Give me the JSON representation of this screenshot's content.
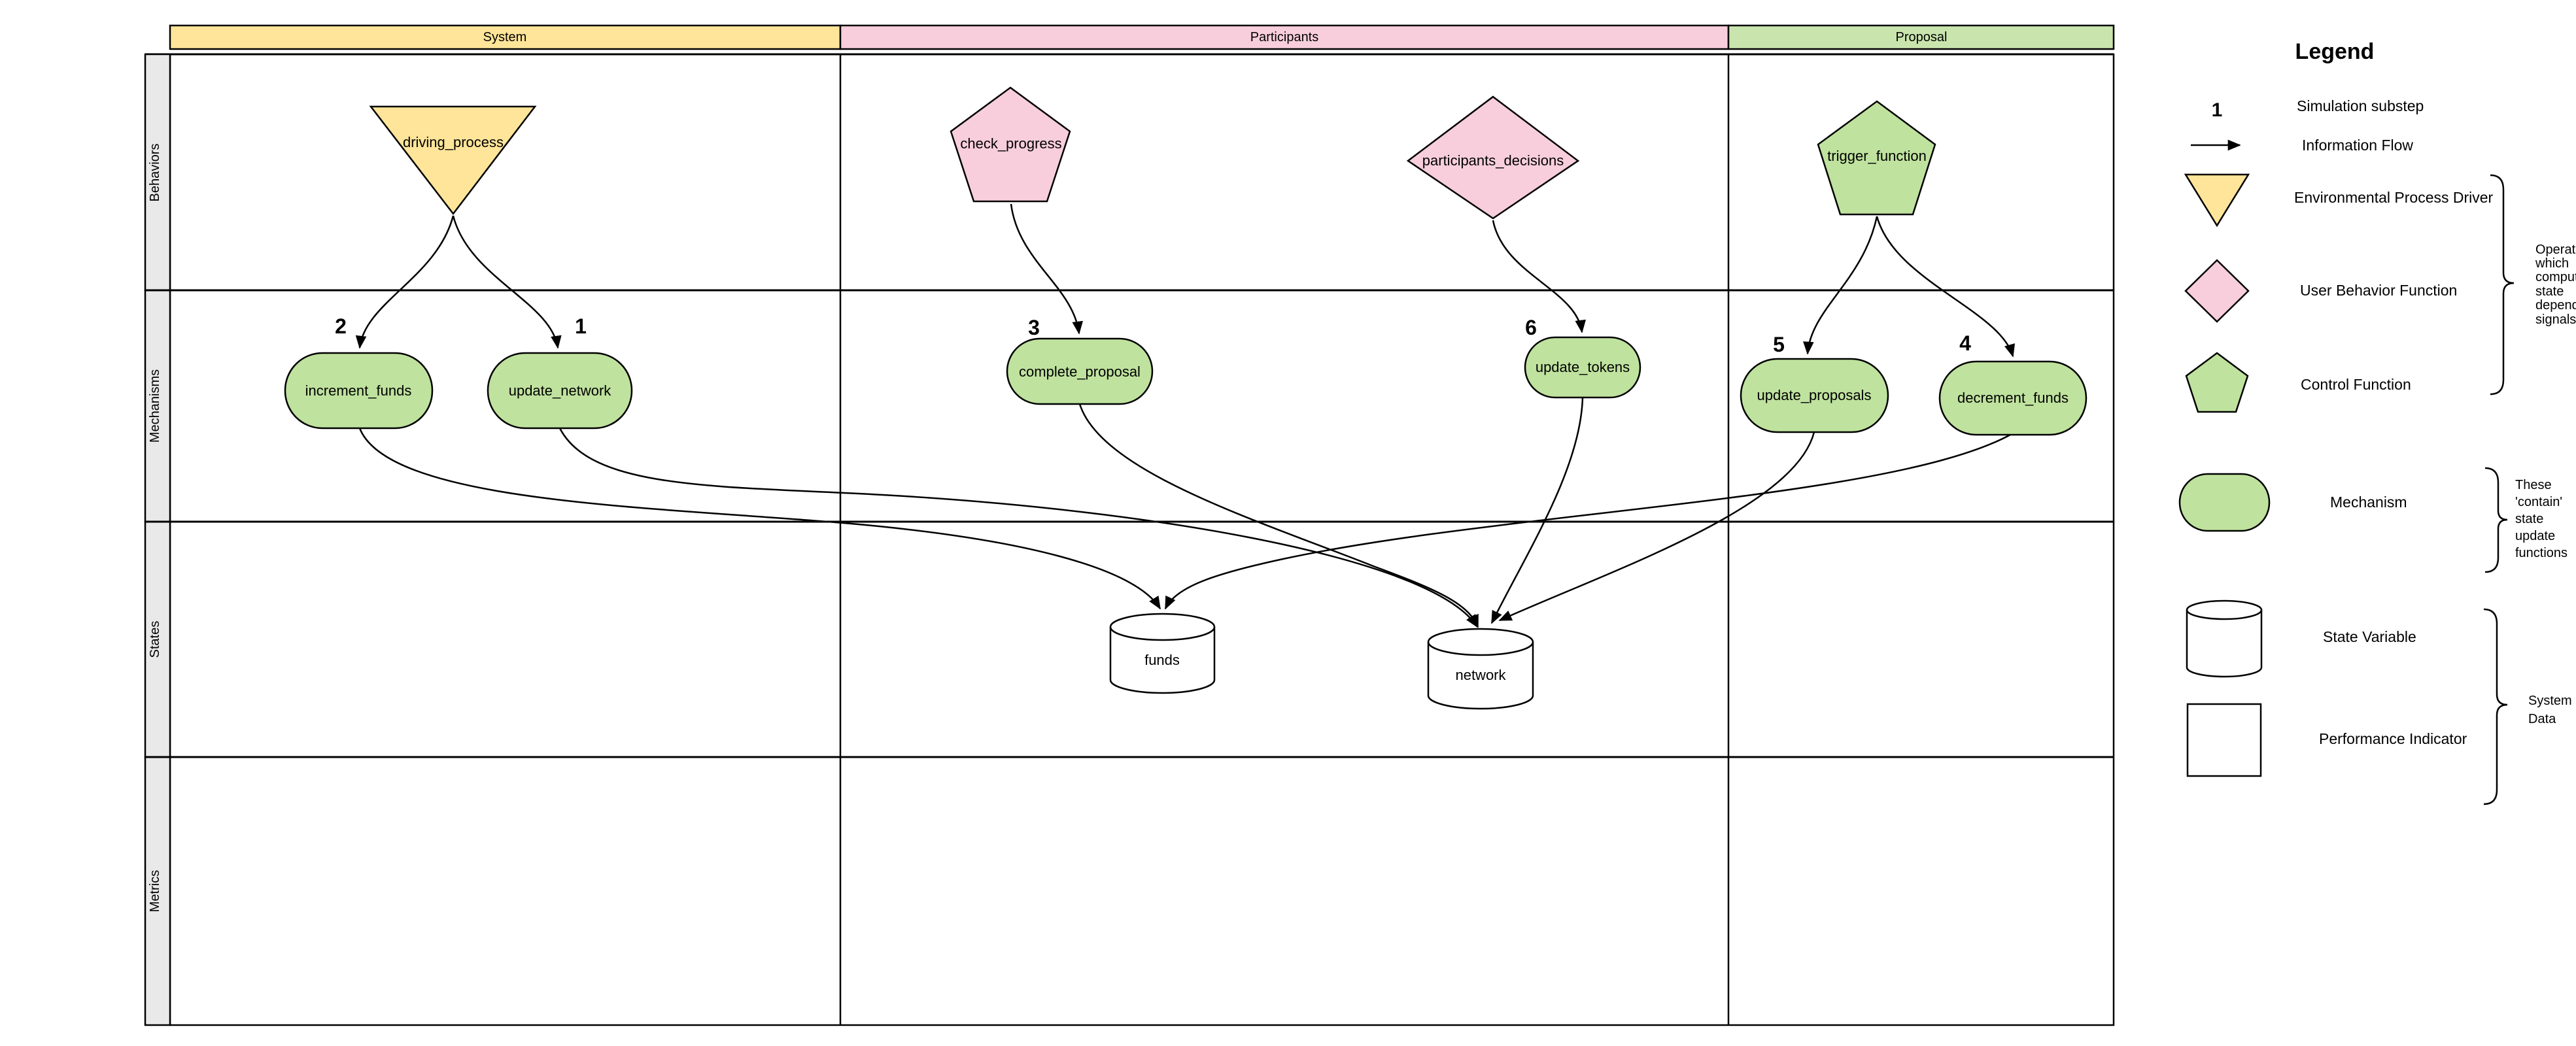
{
  "diagram": {
    "lanes_columns": [
      {
        "label": "System",
        "color": "#FFE599"
      },
      {
        "label": "Participants",
        "color": "#F8CEDC"
      },
      {
        "label": "Proposal",
        "color": "#C9E5AD"
      }
    ],
    "lanes_rows": [
      {
        "label": "Behaviors"
      },
      {
        "label": "Mechanisms"
      },
      {
        "label": "States"
      },
      {
        "label": "Metrics"
      }
    ],
    "behaviors": [
      {
        "label": "driving_process",
        "shape": "inverted-triangle",
        "color": "#FFE599",
        "column": "System"
      },
      {
        "label": "check_progress",
        "shape": "pentagon",
        "color": "#F8CEDC",
        "column": "Participants"
      },
      {
        "label": "participants_decisions",
        "shape": "diamond",
        "color": "#F8CEDC",
        "column": "Participants"
      },
      {
        "label": "trigger_function",
        "shape": "pentagon",
        "color": "#BFE29E",
        "column": "Proposal"
      }
    ],
    "mechanisms": [
      {
        "label": "increment_funds",
        "substep": "2"
      },
      {
        "label": "update_network",
        "substep": "1"
      },
      {
        "label": "complete_proposal",
        "substep": "3"
      },
      {
        "label": "update_tokens",
        "substep": "6"
      },
      {
        "label": "update_proposals",
        "substep": "5"
      },
      {
        "label": "decrement_funds",
        "substep": "4"
      }
    ],
    "states": [
      {
        "label": "funds"
      },
      {
        "label": "network"
      }
    ],
    "edges": [
      {
        "from": "driving_process",
        "to": "increment_funds"
      },
      {
        "from": "driving_process",
        "to": "update_network"
      },
      {
        "from": "check_progress",
        "to": "complete_proposal"
      },
      {
        "from": "participants_decisions",
        "to": "update_tokens"
      },
      {
        "from": "trigger_function",
        "to": "update_proposals"
      },
      {
        "from": "trigger_function",
        "to": "decrement_funds"
      },
      {
        "from": "increment_funds",
        "to": "funds"
      },
      {
        "from": "decrement_funds",
        "to": "funds"
      },
      {
        "from": "update_network",
        "to": "network"
      },
      {
        "from": "complete_proposal",
        "to": "network"
      },
      {
        "from": "update_tokens",
        "to": "network"
      },
      {
        "from": "update_proposals",
        "to": "network"
      }
    ]
  },
  "legend": {
    "title": "Legend",
    "substep_example": "1",
    "items": [
      {
        "label": "Simulation substep"
      },
      {
        "label": "Information Flow"
      },
      {
        "label": "Environmental Process Driver"
      },
      {
        "label": "User Behavior Function"
      },
      {
        "label": "Control Function"
      },
      {
        "label": "Mechanism"
      },
      {
        "label": "State Variable"
      },
      {
        "label": "Performance Indicator"
      }
    ],
    "annotations": {
      "operators": {
        "lines": [
          "Operators",
          "which",
          "compute",
          "state",
          "dependent",
          "signals"
        ]
      },
      "mechanisms": {
        "lines": [
          "These",
          "'contain'",
          "state",
          "update",
          "functions"
        ]
      },
      "system_data": {
        "lines": [
          "System",
          "Data"
        ]
      }
    }
  },
  "colors": {
    "yellow": "#FFE599",
    "pink": "#F8CEDC",
    "green": "#BFE29E",
    "header_green": "#C9E5AD",
    "lane_gray": "#E9E9E9",
    "stroke": "#000000"
  }
}
